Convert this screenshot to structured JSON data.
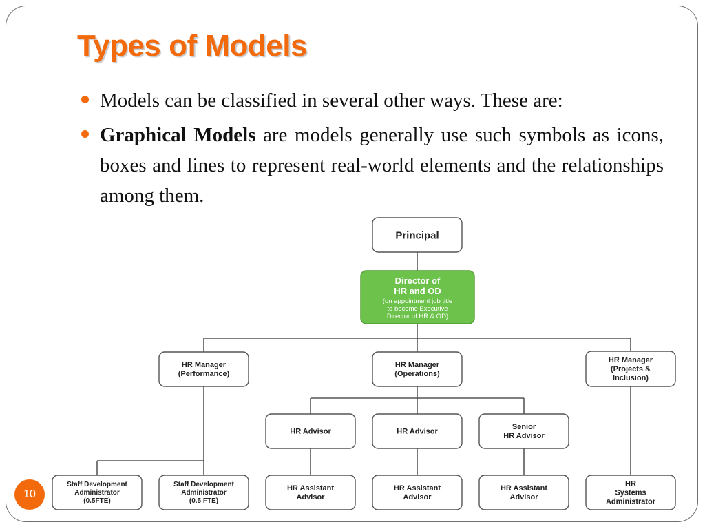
{
  "slide": {
    "title": "Types of Models",
    "page_number": "10",
    "bullets": [
      {
        "lead": "",
        "text": "Models can be classified in several other ways. These are:"
      },
      {
        "lead": "Graphical Models",
        "text": " are models generally use such symbols as icons, boxes and lines to represent real-world elements and the relationships among them."
      }
    ]
  },
  "org_chart": {
    "nodes": [
      {
        "id": "principal",
        "lines": [
          "Principal"
        ]
      },
      {
        "id": "director",
        "lines": [
          "Director of",
          "HR and OD"
        ],
        "note_lines": [
          "(on appointment job title",
          "to become Executive",
          "Director of HR & OD)"
        ],
        "color": "#6cc24a"
      },
      {
        "id": "mgr-performance",
        "lines": [
          "HR Manager",
          "(Performance)"
        ]
      },
      {
        "id": "mgr-operations",
        "lines": [
          "HR Manager",
          "(Operations)"
        ]
      },
      {
        "id": "mgr-projects",
        "lines": [
          "HR Manager",
          "(Projects &",
          "Inclusion)"
        ]
      },
      {
        "id": "advisor-1",
        "lines": [
          "HR Advisor"
        ]
      },
      {
        "id": "advisor-2",
        "lines": [
          "HR Advisor"
        ]
      },
      {
        "id": "senior-advisor",
        "lines": [
          "Senior",
          "HR Advisor"
        ]
      },
      {
        "id": "staff-dev-1",
        "lines": [
          "Staff Development",
          "Administrator",
          "(0.5FTE)"
        ]
      },
      {
        "id": "staff-dev-2",
        "lines": [
          "Staff Development",
          "Administrator",
          "(0.5 FTE)"
        ]
      },
      {
        "id": "assistant-1",
        "lines": [
          "HR Assistant",
          "Advisor"
        ]
      },
      {
        "id": "assistant-2",
        "lines": [
          "HR Assistant",
          "Advisor"
        ]
      },
      {
        "id": "assistant-3",
        "lines": [
          "HR Assistant",
          "Advisor"
        ]
      },
      {
        "id": "systems-admin",
        "lines": [
          "HR",
          "Systems",
          "Administrator"
        ]
      }
    ]
  }
}
